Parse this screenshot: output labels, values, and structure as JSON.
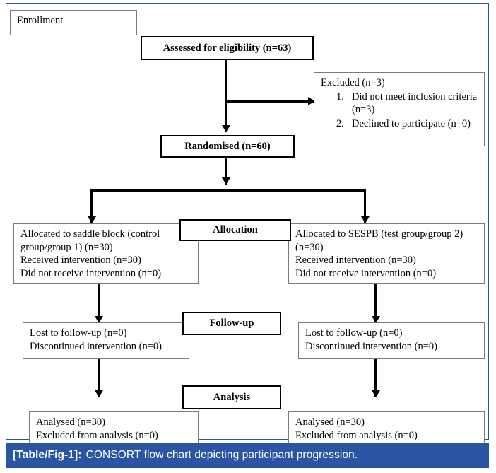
{
  "figure": {
    "caption_tag": "[Table/Fig-1]:",
    "caption_text": "CONSORT flow chart depicting participant progression.",
    "accent_color": "#2b55a3",
    "line_color": "#000000",
    "background_color": "#ffffff"
  },
  "stages": {
    "enrollment": "Enrollment",
    "allocation": "Allocation",
    "followup": "Follow-up",
    "analysis": "Analysis"
  },
  "nodes": {
    "assessed": "Assessed for eligibility (n=63)",
    "randomised": "Randomised (n=60)",
    "excluded": {
      "title": "Excluded (n=3)",
      "items": [
        {
          "num": "1.",
          "text": "Did not meet inclusion criteria (n=3)"
        },
        {
          "num": "2.",
          "text": "Declined to participate (n=0)"
        }
      ]
    },
    "alloc_left": {
      "line1": "Allocated to saddle block (control group/group 1) (n=30)",
      "line2": "Received intervention (n=30)",
      "line3": "Did not receive intervention (n=0)"
    },
    "alloc_right": {
      "line1": "Allocated to SESPB (test group/group 2) (n=30)",
      "line2": "Received intervention (n=30)",
      "line3": "Did not receive intervention (n=0)"
    },
    "followup_left": {
      "line1": "Lost to follow-up (n=0)",
      "line2": "Discontinued intervention (n=0)"
    },
    "followup_right": {
      "line1": "Lost to follow-up (n=0)",
      "line2": "Discontinued intervention (n=0)"
    },
    "analysis_left": {
      "line1": "Analysed (n=30)",
      "line2": "Excluded from analysis (n=0)"
    },
    "analysis_right": {
      "line1": "Analysed (n=30)",
      "line2": "Excluded from analysis (n=0)"
    }
  },
  "chart_data": {
    "type": "diagram",
    "title": "CONSORT flow chart depicting participant progression.",
    "stages": [
      "Enrollment",
      "Allocation",
      "Follow-up",
      "Analysis"
    ],
    "flow": [
      {
        "stage": "Enrollment",
        "label": "Assessed for eligibility",
        "n": 63
      },
      {
        "stage": "Enrollment",
        "label": "Excluded",
        "n": 3
      },
      {
        "stage": "Enrollment",
        "label": "Did not meet inclusion criteria",
        "n": 3
      },
      {
        "stage": "Enrollment",
        "label": "Declined to participate",
        "n": 0
      },
      {
        "stage": "Enrollment",
        "label": "Randomised",
        "n": 60
      },
      {
        "stage": "Allocation",
        "arm": "control group/group 1",
        "label": "Allocated to saddle block",
        "n": 30
      },
      {
        "stage": "Allocation",
        "arm": "control group/group 1",
        "label": "Received intervention",
        "n": 30
      },
      {
        "stage": "Allocation",
        "arm": "control group/group 1",
        "label": "Did not receive intervention",
        "n": 0
      },
      {
        "stage": "Allocation",
        "arm": "test group/group 2",
        "label": "Allocated to SESPB",
        "n": 30
      },
      {
        "stage": "Allocation",
        "arm": "test group/group 2",
        "label": "Received intervention",
        "n": 30
      },
      {
        "stage": "Allocation",
        "arm": "test group/group 2",
        "label": "Did not receive intervention",
        "n": 0
      },
      {
        "stage": "Follow-up",
        "arm": "control group/group 1",
        "label": "Lost to follow-up",
        "n": 0
      },
      {
        "stage": "Follow-up",
        "arm": "control group/group 1",
        "label": "Discontinued intervention",
        "n": 0
      },
      {
        "stage": "Follow-up",
        "arm": "test group/group 2",
        "label": "Lost to follow-up",
        "n": 0
      },
      {
        "stage": "Follow-up",
        "arm": "test group/group 2",
        "label": "Discontinued intervention",
        "n": 0
      },
      {
        "stage": "Analysis",
        "arm": "control group/group 1",
        "label": "Analysed",
        "n": 30
      },
      {
        "stage": "Analysis",
        "arm": "control group/group 1",
        "label": "Excluded from analysis",
        "n": 0
      },
      {
        "stage": "Analysis",
        "arm": "test group/group 2",
        "label": "Analysed",
        "n": 30
      },
      {
        "stage": "Analysis",
        "arm": "test group/group 2",
        "label": "Excluded from analysis",
        "n": 0
      }
    ]
  }
}
